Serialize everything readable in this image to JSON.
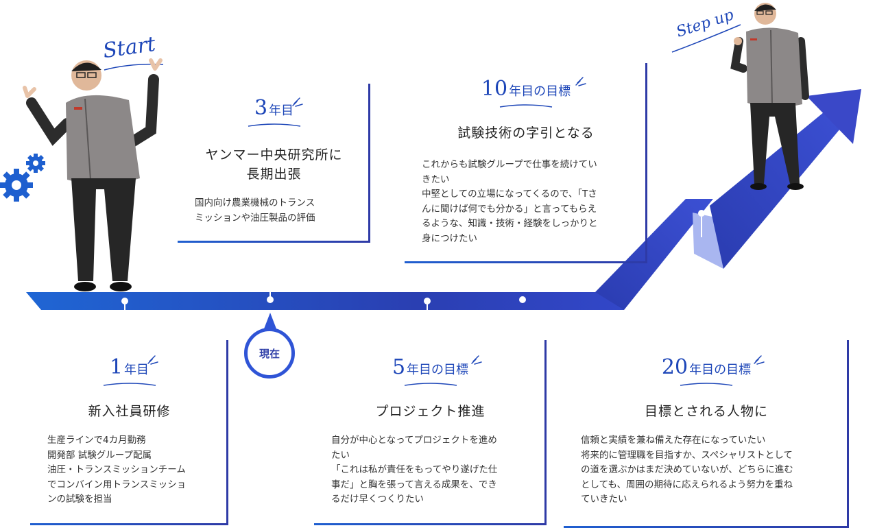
{
  "labels": {
    "start": "Start",
    "step_up": "Step up",
    "now": "現在"
  },
  "cards": {
    "y1": {
      "num": "1",
      "suffix": "年目",
      "title": "新入社員研修",
      "body": "生産ラインで4カ月勤務\n開発部 試験グループ配属\n油圧・トランスミッションチーム\nでコンバイン用トランスミッショ\nンの試験を担当"
    },
    "y3": {
      "num": "3",
      "suffix": "年目",
      "title_l1": "ヤンマー中央研究所に",
      "title_l2": "長期出張",
      "body": "国内向け農業機械のトランス\nミッションや油圧製品の評価"
    },
    "y5": {
      "num": "5",
      "suffix": "年目の目標",
      "title": "プロジェクト推進",
      "body": "自分が中心となってプロジェクトを進め\nたい\n「これは私が責任をもってやり遂げた仕\n事だ」と胸を張って言える成果を、でき\nるだけ早くつくりたい"
    },
    "y10": {
      "num": "10",
      "suffix": "年目の目標",
      "title": "試験技術の字引となる",
      "body": "これからも試験グループで仕事を続けてい\nきたい\n中堅としての立場になってくるので、「Tさ\nんに聞けば何でも分かる」と言ってもらえ\nるような、知識・技術・経験をしっかりと\n身につけたい"
    },
    "y20": {
      "num": "20",
      "suffix": "年目の目標",
      "title": "目標とされる人物に",
      "body": "信頼と実績を兼ね備えた存在になっていたい\n将来的に管理職を目指すか、スペシャリストとして\nの道を選ぶかはまだ決めていないが、どちらに進む\nとしても、周囲の期待に応えられるよう努力を重ね\nていきたい"
    }
  },
  "colors": {
    "brand_blue": "#1d46b8",
    "bar_dark": "#2e3aa6",
    "bar_light": "#1f5fd0",
    "now_ring": "#2f54d6",
    "gear": "#1e5fcf"
  },
  "icons": [
    "gear-icon",
    "sparkle-icon",
    "person-photo"
  ]
}
